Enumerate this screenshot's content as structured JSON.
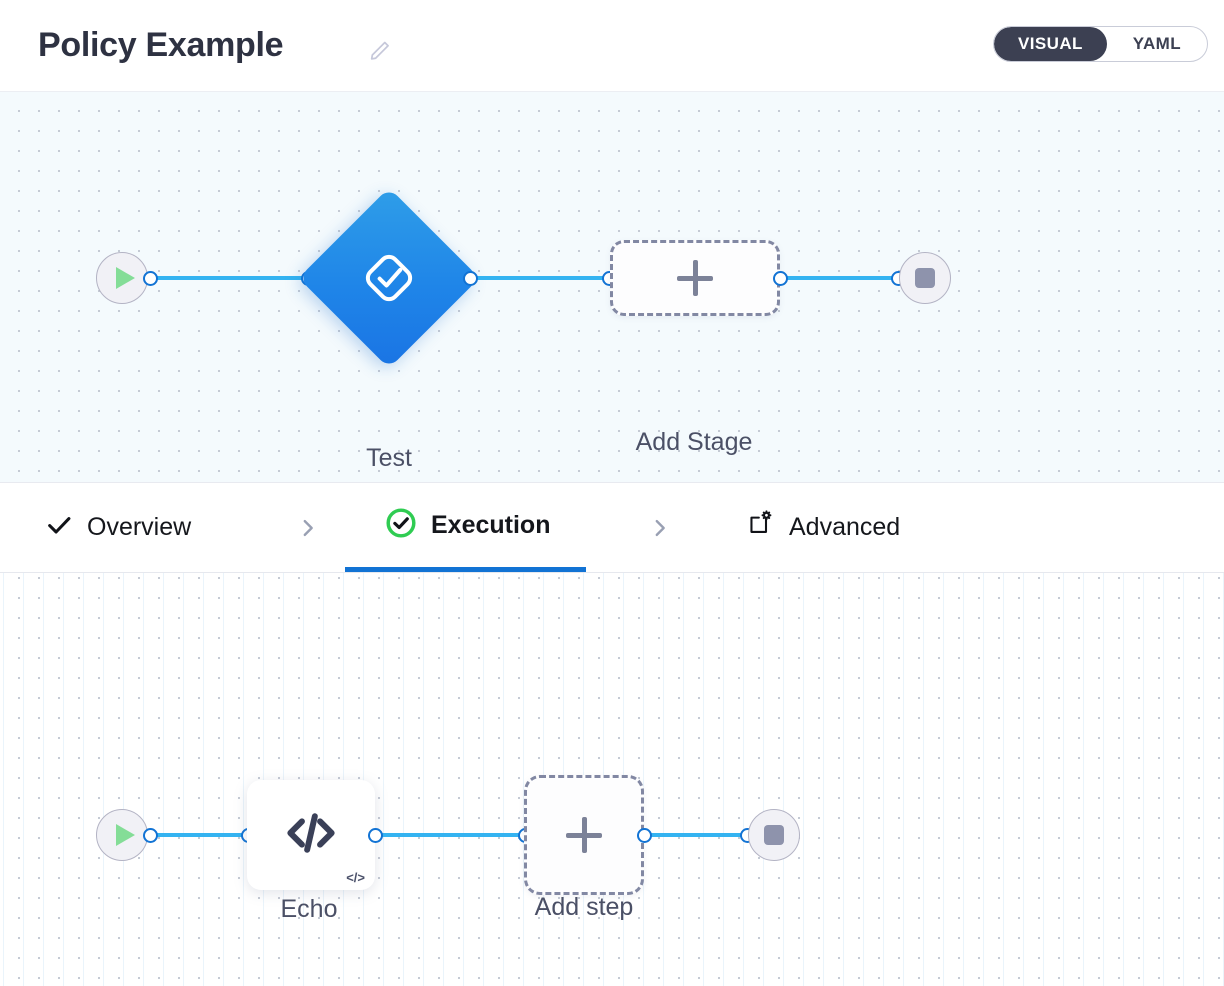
{
  "header": {
    "title": "Policy Example",
    "edit_icon": "pencil-icon",
    "mode_toggle": {
      "active": "VISUAL",
      "options": [
        {
          "label": "VISUAL",
          "state": "active"
        },
        {
          "label": "YAML",
          "state": "inactive"
        }
      ]
    }
  },
  "colors": {
    "accent_blue": "#1273d4",
    "edge_blue": "#34b3f1",
    "stage_blue": "#1f85e8",
    "toggle_dark": "#3c4052",
    "start_green": "#84dd97",
    "stop_gray": "#8e93ac",
    "check_green": "#2fcc52",
    "canvas_top_bg": "#f4fafd",
    "canvas_bottom_bg": "#ffffff",
    "dashed_border": "#8288a3"
  },
  "pipeline_canvas": {
    "name": "stage-pipeline",
    "start_node": {
      "icon": "play-icon",
      "label": ""
    },
    "end_node": {
      "icon": "stop-icon",
      "label": ""
    },
    "nodes": [
      {
        "id": "stage-test",
        "label": "Test",
        "icon": "stage-check-diamond-icon",
        "type": "stage"
      },
      {
        "id": "add-stage",
        "label": "Add Stage",
        "icon": "plus-icon",
        "type": "add"
      }
    ]
  },
  "tabs": [
    {
      "id": "overview",
      "label": "Overview",
      "icon": "check-icon",
      "state": "complete",
      "active": false
    },
    {
      "id": "execution",
      "label": "Execution",
      "icon": "check-circle-icon",
      "state": "complete",
      "active": true
    },
    {
      "id": "advanced",
      "label": "Advanced",
      "icon": "box-gear-icon",
      "state": "default",
      "active": false
    }
  ],
  "tab_separator_icon": "chevron-right-icon",
  "execution_canvas": {
    "name": "step-pipeline",
    "start_node": {
      "icon": "play-icon",
      "label": ""
    },
    "end_node": {
      "icon": "stop-icon",
      "label": ""
    },
    "nodes": [
      {
        "id": "step-echo",
        "label": "Echo",
        "icon": "code-icon",
        "badge": "</>",
        "type": "step"
      },
      {
        "id": "add-step",
        "label": "Add step",
        "icon": "plus-icon",
        "type": "add"
      }
    ]
  }
}
